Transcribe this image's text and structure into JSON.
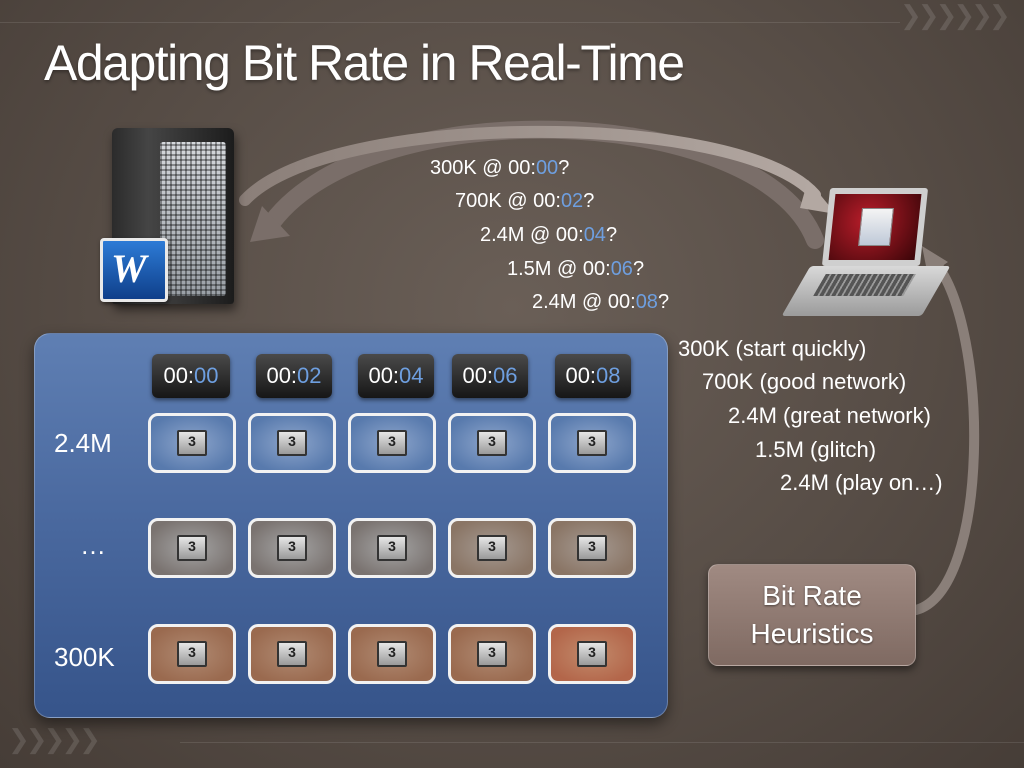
{
  "slide": {
    "title": "Adapting Bit Rate in Real-Time"
  },
  "requests": [
    {
      "prefix": "300K @ 00:",
      "sec": "00",
      "suffix": "?"
    },
    {
      "prefix": "700K @ 00:",
      "sec": "02",
      "suffix": "?"
    },
    {
      "prefix": "2.4M  @ 00:",
      "sec": "04",
      "suffix": "?"
    },
    {
      "prefix": "1.5M  @ 00:",
      "sec": "06",
      "suffix": "?"
    },
    {
      "prefix": "2.4M  @ 00:",
      "sec": "08",
      "suffix": "?"
    }
  ],
  "timeline": [
    {
      "prefix": "00:",
      "sec": "00"
    },
    {
      "prefix": "00:",
      "sec": "02"
    },
    {
      "prefix": "00:",
      "sec": "04"
    },
    {
      "prefix": "00:",
      "sec": "06"
    },
    {
      "prefix": "00:",
      "sec": "08"
    }
  ],
  "rows": [
    {
      "label": "2.4M"
    },
    {
      "label": "…"
    },
    {
      "label": "300K"
    }
  ],
  "chunk_icon_label": "3",
  "responses": [
    "300K (start quickly)",
    "700K (good network)",
    "2.4M (great network)",
    "1.5M  (glitch)",
    "2.4M (play on…)"
  ],
  "heuristics": {
    "line1": "Bit Rate",
    "line2": "Heuristics"
  },
  "icons": {
    "server": "server-icon",
    "media_logo": "windows-media-logo-icon",
    "laptop": "laptop-icon",
    "chunk": "video-chunk-icon"
  },
  "colors": {
    "time_accent": "#6e9fe0",
    "matrix_panel": "#4b6aa0",
    "heuristics_button": "#8f7a72"
  }
}
